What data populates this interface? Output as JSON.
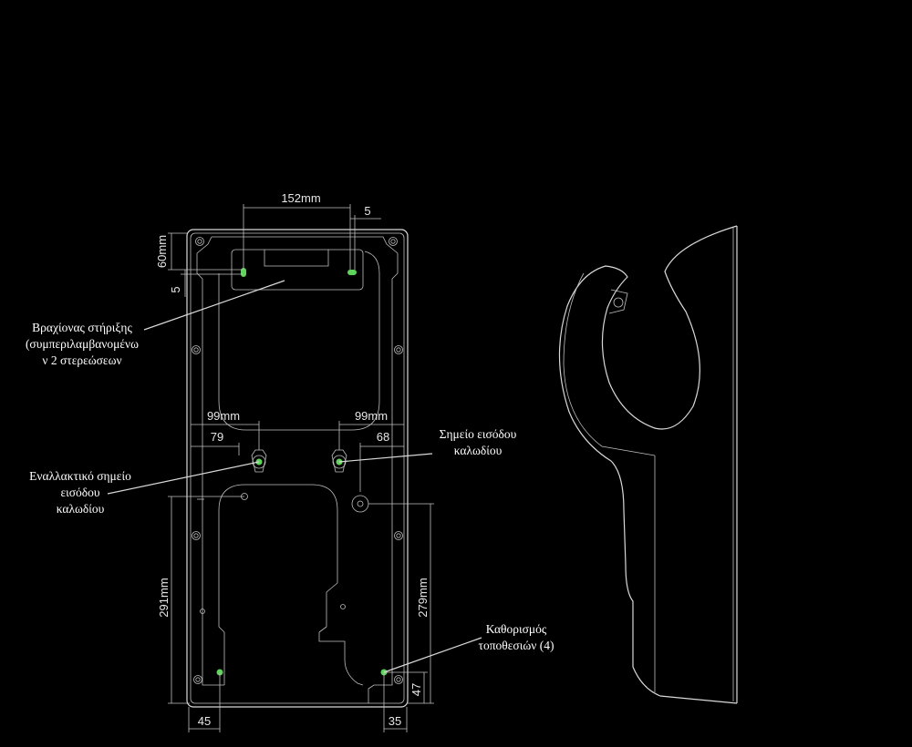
{
  "dimensions": {
    "top_width": "152mm",
    "top_small": "5",
    "left_top_height": "60mm",
    "left_small": "5",
    "left_spacing": "99mm",
    "right_spacing": "99mm",
    "left_offset": "79",
    "right_offset": "68",
    "left_height": "291mm",
    "right_height": "279mm",
    "bottom_right_small": "47",
    "bottom_left": "45",
    "bottom_right": "35"
  },
  "labels": {
    "bracket": [
      "Βραχίονας στήριξης",
      "(συμπεριλαμβανομένω",
      "ν 2 στερεώσεων"
    ],
    "alt_entry": [
      "Εναλλακτικό σημείο",
      "εισόδου",
      "καλωδίου"
    ],
    "entry": [
      "Σημείο εισόδου",
      "καλωδίου"
    ],
    "fixing": [
      "Καθορισμός",
      "τοποθεσιών (4)"
    ]
  },
  "colors": {
    "background": "#000000",
    "line": "#d9d9d9",
    "marker": "#5fd35a"
  }
}
